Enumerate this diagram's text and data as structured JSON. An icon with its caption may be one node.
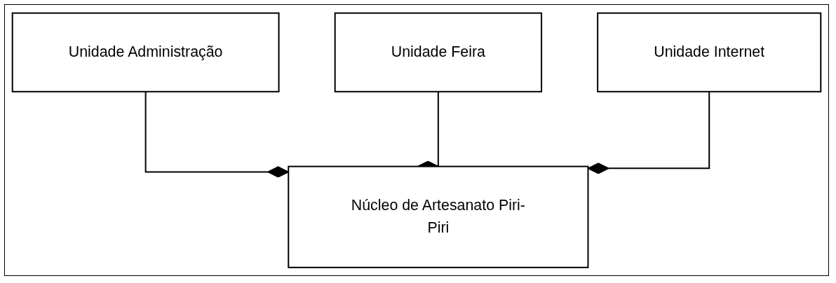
{
  "diagram": {
    "nodes": [
      {
        "text": [
          "Núcleo de Artesanato Piri-Piri"
        ]
      },
      {
        "text": [
          "Unidade Administração"
        ]
      },
      {
        "text": [
          "Unidade Feira"
        ]
      },
      {
        "text": [
          "Unidade Internet"
        ]
      }
    ],
    "edges": [
      {
        "from": 1,
        "to": 0,
        "arrow": "other"
      },
      {
        "from": 2,
        "to": 0,
        "arrow": "other"
      },
      {
        "from": 3,
        "to": 0,
        "arrow": "other"
      }
    ]
  }
}
